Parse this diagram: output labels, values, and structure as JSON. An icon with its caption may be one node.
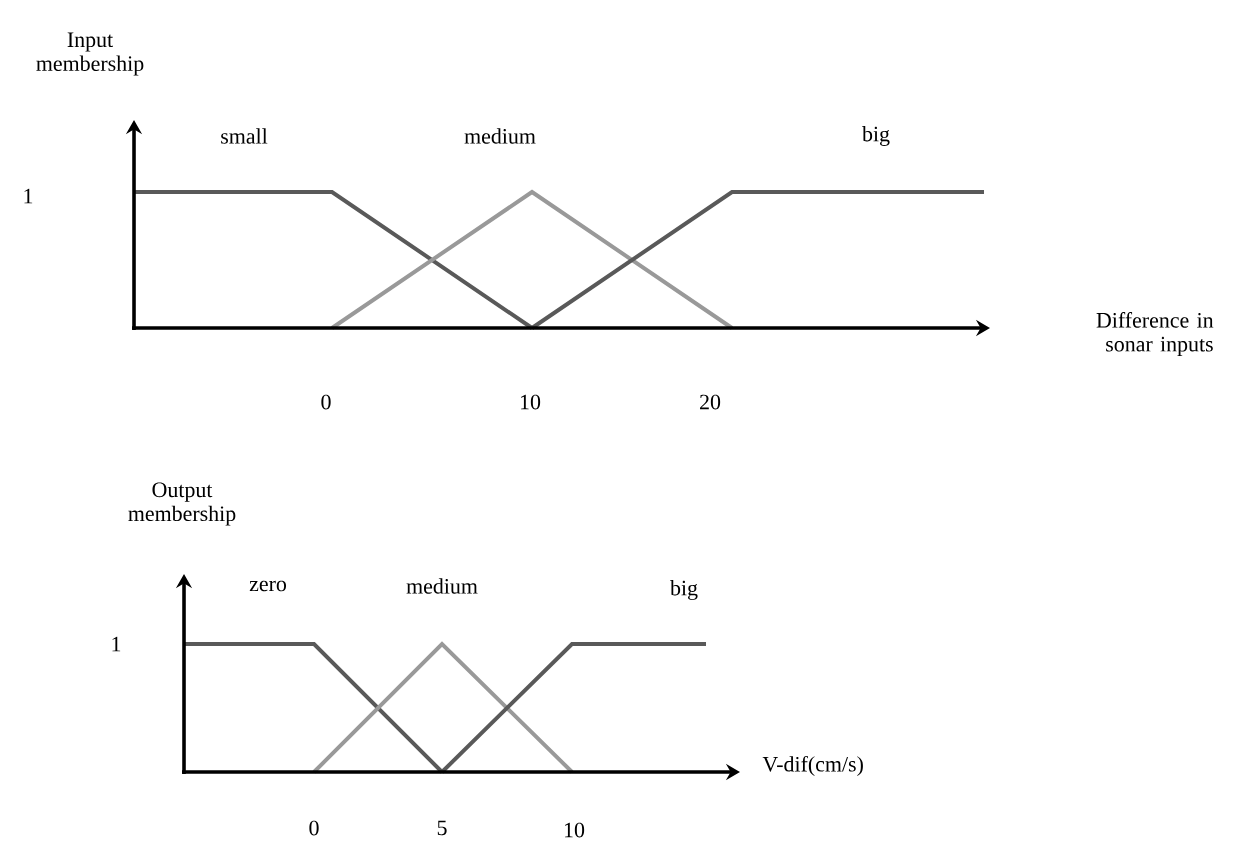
{
  "diagram": {
    "labels": [
      "Input membership",
      "small",
      "medium",
      "big",
      "1",
      "Difference in sonar inputs",
      "0",
      "10",
      "20",
      "Output membership",
      "zero",
      "medium",
      "big",
      "1",
      "V-dif(cm/s)",
      "0",
      "5",
      "10"
    ]
  }
}
